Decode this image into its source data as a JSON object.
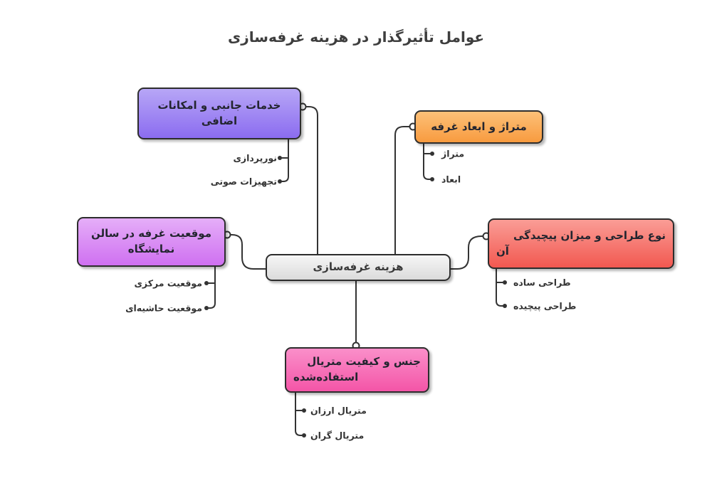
{
  "title": "عوامل تأثیرگذار در هزینه غرفه‌سازی",
  "line_color": "#333333",
  "center": {
    "label": "هزینه غرفه‌سازی",
    "color_top": "#f6f6f6",
    "color_bottom": "#dbdbdb"
  },
  "branches": [
    {
      "id": "services",
      "label_lines": [
        "خدمات جانبی و امکانات",
        "اضافی"
      ],
      "color_top": "#b7a6f6",
      "color_bottom": "#8b6cf0",
      "children": [
        "نورپردازی",
        "تجهیزات صوتی"
      ]
    },
    {
      "id": "area",
      "label_lines": [
        "متراژ و ابعاد غرفه"
      ],
      "color_top": "#fcc078",
      "color_bottom": "#f89b3f",
      "children": [
        "متراژ",
        "ابعاد"
      ]
    },
    {
      "id": "position",
      "label_lines": [
        "موقعیت غرفه در سالن",
        "نمایشگاه"
      ],
      "color_top": "#e5aef8",
      "color_bottom": "#cf70f1",
      "children": [
        "موقعیت مرکزی",
        "موقعیت حاشیه‌ای"
      ]
    },
    {
      "id": "design",
      "label_lines": [
        "نوع طراحی و میزان پیچیدگی",
        "آن"
      ],
      "color_top": "#fa9d96",
      "color_bottom": "#f25850",
      "children": [
        "طراحی ساده",
        "طراحی پیچیده"
      ]
    },
    {
      "id": "material",
      "label_lines": [
        "جنس و کیفیت متریال",
        "استفاده‌شده"
      ],
      "color_top": "#fa8fca",
      "color_bottom": "#f455a7",
      "children": [
        "متریال ارزان",
        "متریال گران"
      ]
    }
  ]
}
